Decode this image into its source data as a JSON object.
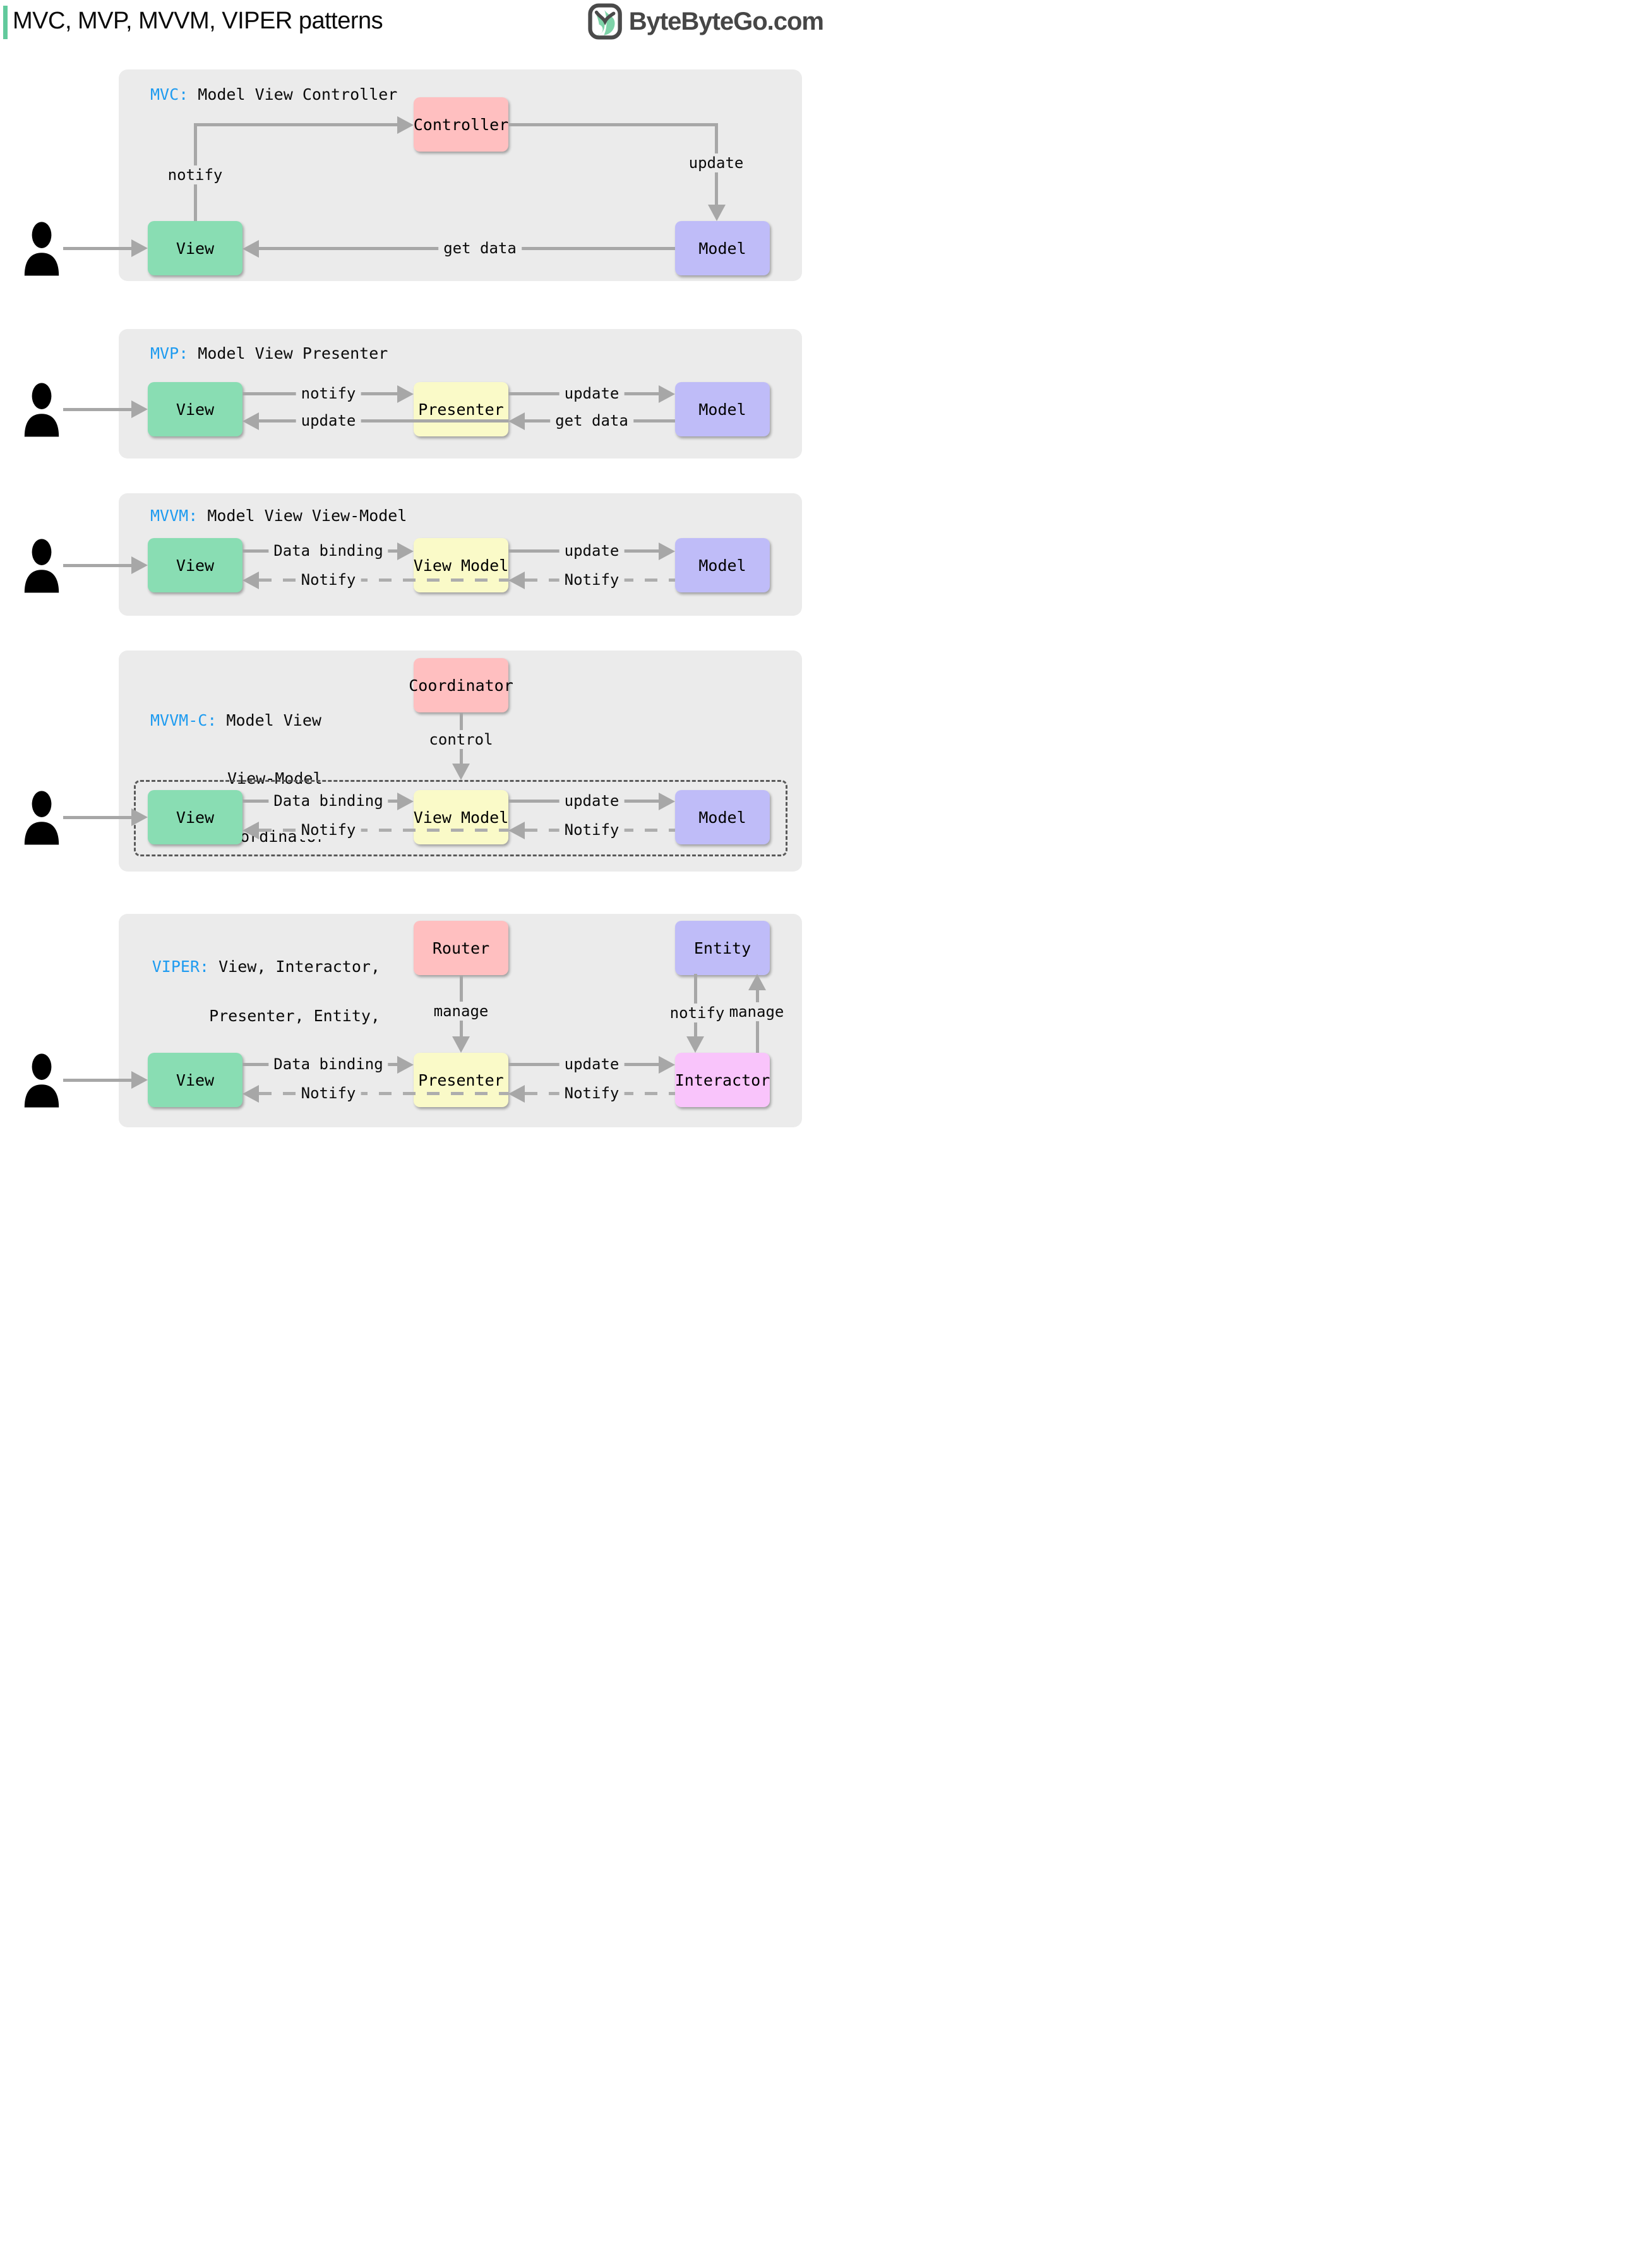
{
  "page": {
    "title": "MVC, MVP, MVVM, VIPER patterns"
  },
  "logo": {
    "text": "ByteByteGo.com"
  },
  "colors": {
    "panel": "#EBEBEB",
    "arrow": "#A7A7A7",
    "arrow_dash": "#ADADAD",
    "view_green": "#89DDB3",
    "logic_yellow": "#FAFAC8",
    "model_purple": "#BFBCF8",
    "coordinator_pink": "#FFBFC0",
    "interactor_magenta": "#F9C4FB",
    "keyword_blue": "#1E9BF0",
    "accent_green": "#62C99C",
    "logo_gray": "#464646"
  },
  "sections": [
    {
      "keyword": "MVC:",
      "title": " Model View Controller",
      "boxes": {
        "view": "View",
        "controller": "Controller",
        "model": "Model"
      },
      "edges": {
        "notify": "notify",
        "update": "update",
        "get_data": "get data"
      }
    },
    {
      "keyword": "MVP:",
      "title": " Model View Presenter",
      "boxes": {
        "view": "View",
        "presenter": "Presenter",
        "model": "Model"
      },
      "edges": {
        "notify": "notify",
        "update_view": "update",
        "update_model": "update",
        "get_data": "get data"
      }
    },
    {
      "keyword": "MVVM:",
      "title": " Model View View-Model",
      "boxes": {
        "view": "View",
        "view_model": "View Model",
        "model": "Model"
      },
      "edges": {
        "data_binding": "Data binding",
        "notify_view": "Notify",
        "update": "update",
        "notify_viewmodel": "Notify"
      }
    },
    {
      "keyword": "MVVM-C:",
      "title_lines": [
        "Model View",
        "View-Model",
        "Coordinator"
      ],
      "boxes": {
        "coordinator": "Coordinator",
        "view": "View",
        "view_model": "View Model",
        "model": "Model"
      },
      "edges": {
        "control": "control",
        "data_binding": "Data binding",
        "notify_view": "Notify",
        "update": "update",
        "notify_viewmodel": "Notify"
      }
    },
    {
      "keyword": "VIPER:",
      "title_lines": [
        "View, Interactor,",
        "Presenter, Entity,",
        "Router"
      ],
      "boxes": {
        "router": "Router",
        "entity": "Entity",
        "view": "View",
        "presenter": "Presenter",
        "interactor": "Interactor"
      },
      "edges": {
        "manage_presenter": "manage",
        "notify_interactor": "notify",
        "manage_entity": "manage",
        "data_binding": "Data binding",
        "notify_view": "Notify",
        "update": "update",
        "notify_presenter": "Notify"
      }
    }
  ]
}
